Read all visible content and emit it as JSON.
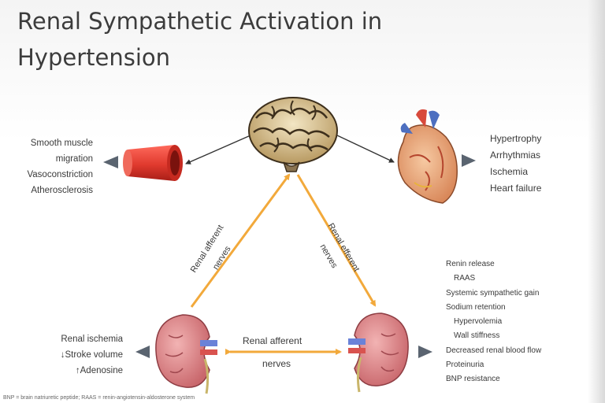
{
  "title_line1": "Renal Sympathetic Activation in",
  "title_line2": "Hypertension",
  "vessel_effects": [
    "Smooth muscle",
    "migration",
    "Vasoconstriction",
    "Atherosclerosis"
  ],
  "heart_effects": [
    "Hypertrophy",
    "Arrhythmias",
    "Ischemia",
    "Heart failure"
  ],
  "left_arrow_label": [
    "Renal afferent",
    "nerves"
  ],
  "right_arrow_label": [
    "Renal efferent",
    "nerves"
  ],
  "bottom_arrow_label": [
    "Renal afferent",
    "nerves"
  ],
  "left_kidney_effects": [
    "Renal ischemia",
    "↓Stroke volume",
    "↑Adenosine"
  ],
  "right_kidney_effects": [
    "Renin release",
    "RAAS",
    "Systemic sympathetic gain",
    "Sodium retention",
    "Hypervolemia",
    "Wall stiffness",
    "Decreased renal blood flow",
    "Proteinuria",
    "BNP resistance"
  ],
  "footnote": "BNP = brain natriuretic peptide; RAAS = renin-angiotensin-aldosterone system",
  "colors": {
    "arrow_orange": "#f2a93b",
    "arrow_dark": "#333333",
    "pointer_gray": "#5a6470",
    "kidney": "#d9868a",
    "vessel_red": "#e03a2e"
  },
  "icons": [
    "brain-icon",
    "heart-icon",
    "blood-vessel-icon",
    "kidney-icon"
  ]
}
